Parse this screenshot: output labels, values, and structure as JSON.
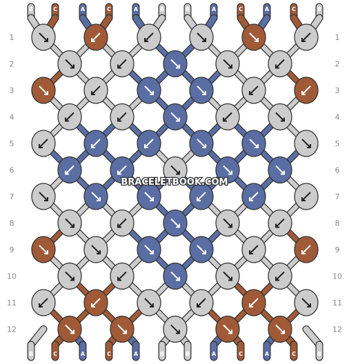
{
  "pattern": {
    "watermark": "BRACELETBOOK.COM",
    "colors": {
      "A": "#5a6ea4",
      "B": "#cccccc",
      "C": "#a05a37"
    },
    "top_strings": [
      "B",
      "C",
      "A",
      "C",
      "A",
      "B",
      "B",
      "A",
      "C",
      "A",
      "C",
      "B"
    ],
    "bottom_strings": [
      "B",
      "C",
      "A",
      "C",
      "A",
      "B",
      "B",
      "A",
      "C",
      "A",
      "C",
      "B"
    ],
    "row_numbers": [
      "1",
      "2",
      "3",
      "4",
      "5",
      "6",
      "7",
      "8",
      "9",
      "10",
      "11",
      "12"
    ],
    "rows": [
      {
        "knots": [
          {
            "color": "B",
            "dir": "se"
          },
          {
            "color": "C",
            "dir": "sw"
          },
          {
            "color": "B",
            "dir": "sw"
          },
          {
            "color": "B",
            "dir": "se"
          },
          {
            "color": "C",
            "dir": "se"
          },
          {
            "color": "B",
            "dir": "sw"
          }
        ]
      },
      {
        "knots": [
          {
            "color": "B",
            "dir": "se"
          },
          {
            "color": "B",
            "dir": "sw"
          },
          {
            "color": "A",
            "dir": "se"
          },
          {
            "color": "B",
            "dir": "se"
          },
          {
            "color": "B",
            "dir": "sw"
          }
        ]
      },
      {
        "knots": [
          {
            "color": "C",
            "dir": "se"
          },
          {
            "color": "B",
            "dir": "sw"
          },
          {
            "color": "A",
            "dir": "se"
          },
          {
            "color": "A",
            "dir": "se"
          },
          {
            "color": "B",
            "dir": "sw"
          },
          {
            "color": "C",
            "dir": "sw"
          }
        ]
      },
      {
        "knots": [
          {
            "color": "B",
            "dir": "sw"
          },
          {
            "color": "B",
            "dir": "sw"
          },
          {
            "color": "A",
            "dir": "se"
          },
          {
            "color": "B",
            "dir": "sw"
          },
          {
            "color": "B",
            "dir": "se"
          }
        ]
      },
      {
        "knots": [
          {
            "color": "B",
            "dir": "sw"
          },
          {
            "color": "A",
            "dir": "sw"
          },
          {
            "color": "A",
            "dir": "sw"
          },
          {
            "color": "A",
            "dir": "se"
          },
          {
            "color": "A",
            "dir": "se"
          },
          {
            "color": "B",
            "dir": "se"
          }
        ]
      },
      {
        "knots": [
          {
            "color": "A",
            "dir": "sw"
          },
          {
            "color": "A",
            "dir": "sw"
          },
          {
            "color": "B",
            "dir": "se"
          },
          {
            "color": "A",
            "dir": "se"
          },
          {
            "color": "A",
            "dir": "se"
          }
        ]
      },
      {
        "knots": [
          {
            "color": "B",
            "dir": "se"
          },
          {
            "color": "A",
            "dir": "se"
          },
          {
            "color": "A",
            "dir": "se"
          },
          {
            "color": "A",
            "dir": "sw"
          },
          {
            "color": "A",
            "dir": "sw"
          },
          {
            "color": "B",
            "dir": "sw"
          }
        ]
      },
      {
        "knots": [
          {
            "color": "B",
            "dir": "se"
          },
          {
            "color": "B",
            "dir": "sw"
          },
          {
            "color": "A",
            "dir": "se"
          },
          {
            "color": "B",
            "dir": "se"
          },
          {
            "color": "B",
            "dir": "sw"
          }
        ]
      },
      {
        "knots": [
          {
            "color": "C",
            "dir": "se"
          },
          {
            "color": "B",
            "dir": "se"
          },
          {
            "color": "A",
            "dir": "se"
          },
          {
            "color": "A",
            "dir": "se"
          },
          {
            "color": "B",
            "dir": "sw"
          },
          {
            "color": "C",
            "dir": "sw"
          }
        ]
      },
      {
        "knots": [
          {
            "color": "B",
            "dir": "se"
          },
          {
            "color": "B",
            "dir": "sw"
          },
          {
            "color": "A",
            "dir": "se"
          },
          {
            "color": "B",
            "dir": "se"
          },
          {
            "color": "B",
            "dir": "sw"
          }
        ]
      },
      {
        "knots": [
          {
            "color": "B",
            "dir": "sw"
          },
          {
            "color": "C",
            "dir": "sw"
          },
          {
            "color": "B",
            "dir": "se"
          },
          {
            "color": "B",
            "dir": "sw"
          },
          {
            "color": "C",
            "dir": "sw"
          },
          {
            "color": "B",
            "dir": "se"
          }
        ]
      },
      {
        "knots": [
          {
            "color": "C",
            "dir": "se"
          },
          {
            "color": "C",
            "dir": "se"
          },
          {
            "color": "B",
            "dir": "se"
          },
          {
            "color": "C",
            "dir": "se"
          },
          {
            "color": "C",
            "dir": "se"
          }
        ]
      }
    ]
  }
}
